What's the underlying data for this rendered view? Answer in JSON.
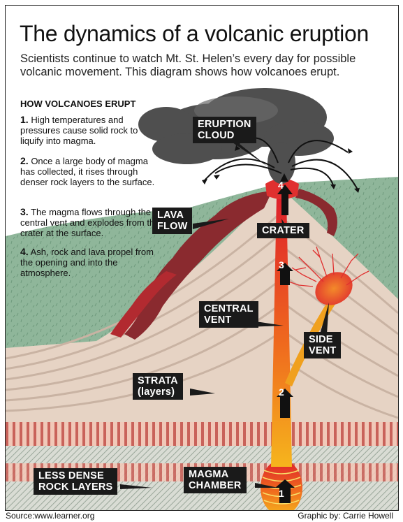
{
  "title": "The dynamics of a volcanic eruption",
  "subtitle": "Scientists continue to watch Mt. St. Helen’s every day for possible volcanic movement. This diagram shows how volcanoes erupt.",
  "steps_heading": "HOW VOLCANOES ERUPT",
  "steps": [
    {
      "num": "1.",
      "text": "High temperatures and pressures cause solid rock to liquify into magma."
    },
    {
      "num": "2.",
      "text": "Once a large body of magma has collected, it rises through denser rock layers to the surface."
    },
    {
      "num": "3.",
      "text": "The magma flows through the central vent and explodes from the crater at the surface."
    },
    {
      "num": "4.",
      "text": "Ash, rock and lava propel from the opening and into the atmosphere."
    }
  ],
  "labels": {
    "eruption_cloud": [
      "ERUPTION",
      "CLOUD"
    ],
    "lava_flow": [
      "LAVA",
      "FLOW"
    ],
    "crater": "CRATER",
    "central_vent": [
      "CENTRAL",
      "VENT"
    ],
    "side_vent": [
      "SIDE",
      "VENT"
    ],
    "strata": [
      "STRATA",
      "(layers)"
    ],
    "less_dense": [
      "LESS DENSE",
      "ROCK LAYERS"
    ],
    "magma_chamber": [
      "MAGMA",
      "CHAMBER"
    ]
  },
  "markers": [
    "1",
    "2",
    "3",
    "4"
  ],
  "footer": {
    "source": "Source:www.learner.org",
    "credit": "Graphic by: Carrie Howell"
  },
  "colors": {
    "sky": "#ffffff",
    "green_hill": "#8fb69a",
    "strata": "#e6d3c4",
    "lava_dark": "#8a2a2f",
    "lava_red": "#e0302f",
    "magma_orange": "#f2a01e",
    "cloud": "#4a4a4a",
    "label_bg": "#1a1a1a"
  }
}
